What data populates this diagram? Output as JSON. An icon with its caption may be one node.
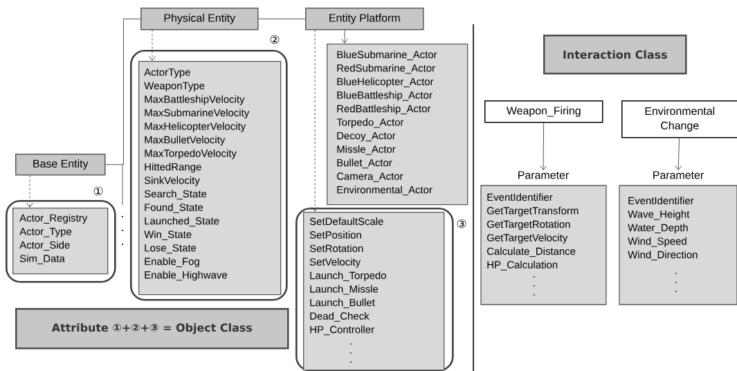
{
  "diagram": {
    "nodes": [
      {
        "text": [
          "Physical Entity"
        ]
      },
      {
        "text": [
          "Entity Platform"
        ]
      },
      {
        "text": [
          "Base Entity"
        ]
      },
      {
        "text": [],
        "shape": "box",
        "beside": [
          "①"
        ]
      },
      {
        "text": [
          "Actor_Registry",
          "Actor_Type",
          "Actor_Side",
          "Sim_Data"
        ],
        "in": 3
      },
      {
        "text": [],
        "shape": "box",
        "beside": [
          "②"
        ]
      },
      {
        "text": [
          "ActorType",
          "WeaponType",
          "MaxBattleshipVelocity",
          "MaxSubmarineVelocity",
          "MaxHelicopterVelocity",
          "MaxBulletVelocity",
          "MaxTorpedoVelocity",
          "HittedRange",
          "SinkVelocity",
          "Search_State",
          "Found_State",
          "Launched_State",
          "Win_State",
          "Lose_State",
          "Enable_Fog",
          "Enable_Highwave"
        ],
        "in": 5
      },
      {
        "text": [
          "BlueSubmarine_Actor",
          "RedSubmarine_Actor",
          "BlueHelicopter_Actor",
          "BlueBattleship_Actor",
          "RedBattleship_Actor",
          "Torpedo_Actor",
          "Decoy_Actor",
          "Missle_Actor",
          "Bullet_Actor",
          "Camera_Actor",
          "Environmental_Actor"
        ]
      },
      {
        "text": [],
        "shape": "box",
        "beside": [
          "③"
        ]
      },
      {
        "text": [
          "SetDefaultScale",
          "SetPosition",
          "SetRotation",
          "SetVelocity",
          "Launch_Torpedo",
          "Launch_Missle",
          "Launch_Bullet",
          "Dead_Check",
          "HP_Controller"
        ],
        "in": 8
      },
      {
        "text": [
          "Attribute ①+②+③ = Object Class"
        ]
      },
      {
        "text": [
          "Interaction Class"
        ]
      },
      {
        "text": [
          "Weapon_Firing"
        ]
      },
      {
        "text": [
          "Environmental Change"
        ]
      },
      {
        "text": [
          "Parameter",
          "EventIdentifier",
          "GetTargetTransform",
          "GetTargetRotation",
          "GetTargetVelocity",
          "Calculate_Distance",
          "HP_Calculation"
        ]
      },
      {
        "text": [
          "Parameter",
          "EventIdentifier",
          "Wave_Height",
          "Water_Depth",
          "Wind_Speed",
          "Wind_Direction"
        ]
      }
    ],
    "edges": [
      {
        "from": 2,
        "to": 4,
        "arrow": "to",
        "style": "dashed"
      },
      {
        "from": 2,
        "to": 0,
        "arrow": "none"
      },
      {
        "from": 0,
        "to": 1,
        "arrow": "none"
      },
      {
        "from": 0,
        "to": 6,
        "arrow": "to",
        "style": "dashed"
      },
      {
        "from": 1,
        "to": 7,
        "arrow": "to"
      },
      {
        "from": 1,
        "to": 9,
        "arrow": "to",
        "style": "dashed"
      },
      {
        "from": 12,
        "to": 14,
        "arrow": "to"
      },
      {
        "from": 13,
        "to": 15,
        "arrow": "to"
      }
    ]
  }
}
